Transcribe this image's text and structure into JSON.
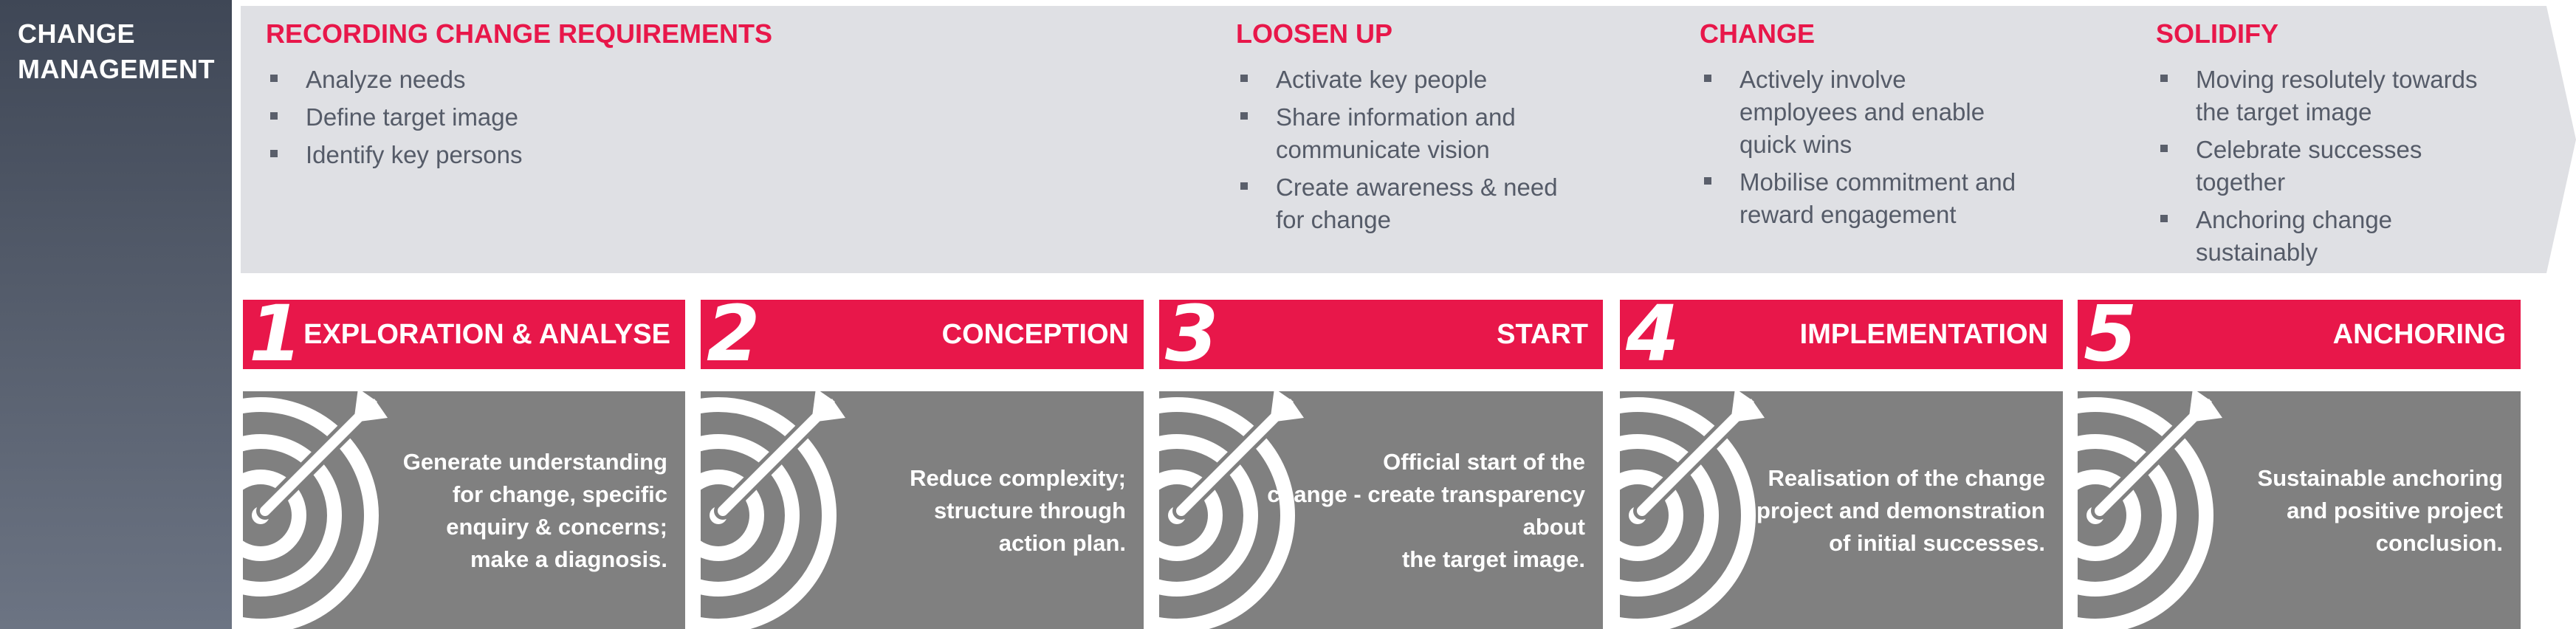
{
  "sidebar": {
    "title": "CHANGE\nMANAGEMENT"
  },
  "stages": [
    {
      "title": "RECORDING CHANGE REQUIREMENTS",
      "items": [
        "Analyze needs",
        "Define target image",
        "Identify key persons"
      ]
    },
    {
      "title": "LOOSEN UP",
      "items": [
        "Activate key people",
        "Share information and communicate vision",
        "Create awareness & need for change"
      ]
    },
    {
      "title": "CHANGE",
      "items": [
        "Actively involve employees and enable quick wins",
        "Mobilise commitment and reward engagement"
      ]
    },
    {
      "title": "SOLIDIFY",
      "items": [
        "Moving resolutely towards the target image",
        "Celebrate successes together",
        "Anchoring change sustainably"
      ]
    }
  ],
  "phases": [
    {
      "number": "1",
      "label": "EXPLORATION & ANALYSE",
      "description": "Generate understanding\nfor change, specific\nenquiry & concerns;\nmake a diagnosis."
    },
    {
      "number": "2",
      "label": "CONCEPTION",
      "description": "Reduce complexity;\nstructure through\naction plan."
    },
    {
      "number": "3",
      "label": "START",
      "description": "Official start of the\nchange - create transparency\nabout\nthe target image."
    },
    {
      "number": "4",
      "label": "IMPLEMENTATION",
      "description": "Realisation of the change\nproject and demonstration\nof initial successes."
    },
    {
      "number": "5",
      "label": "ANCHORING",
      "description": "Sustainable anchoring\nand positive project\nconclusion."
    }
  ],
  "colors": {
    "accent": "#e8174a",
    "chevron": "#dfe0e4",
    "box": "#808080",
    "sidebar": "#4a5260"
  }
}
